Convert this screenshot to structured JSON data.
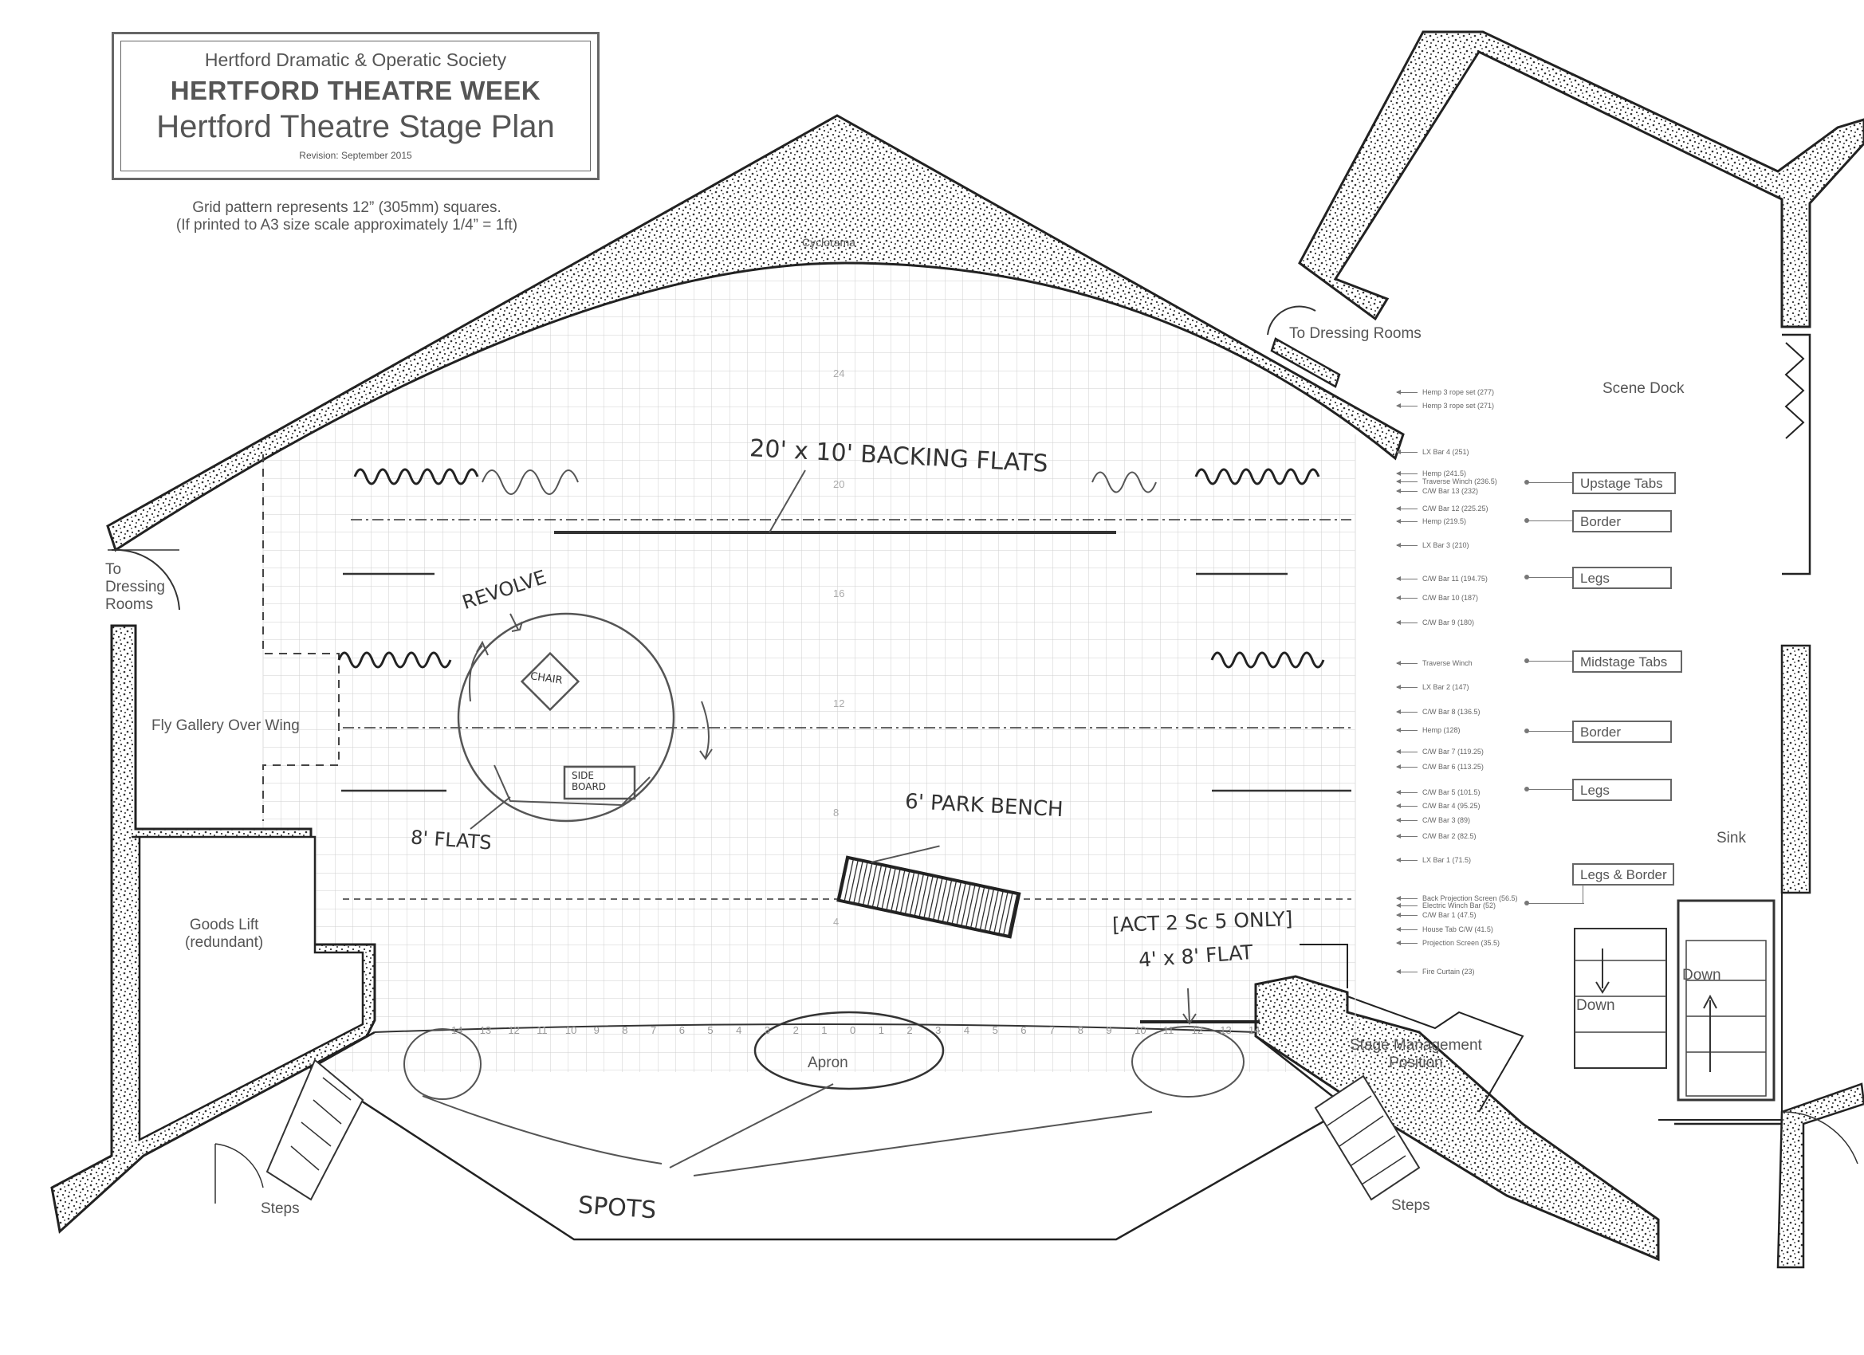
{
  "title_block": {
    "society": "Hertford Dramatic & Operatic Society",
    "event": "HERTFORD THEATRE WEEK",
    "plan_title": "Hertford Theatre Stage Plan",
    "revision": "Revision: September 2015"
  },
  "scale_note": {
    "line1": "Grid pattern represents 12” (305mm) squares.",
    "line2": "(If printed to A3 size scale approximately  1/4” = 1ft)"
  },
  "areas": {
    "cyclorama": "Cyclorama",
    "to_dressing_rooms_top": "To Dressing Rooms",
    "to_dressing_rooms_left_1": "To",
    "to_dressing_rooms_left_2": "Dressing",
    "to_dressing_rooms_left_3": "Rooms",
    "scene_dock": "Scene Dock",
    "fly_gallery": "Fly Gallery Over Wing",
    "goods_lift_1": "Goods Lift",
    "goods_lift_2": "(redundant)",
    "apron": "Apron",
    "steps_left": "Steps",
    "steps_right": "Steps",
    "stage_management_1": "Stage Management",
    "stage_management_2": "Position",
    "sink": "Sink",
    "down_left": "Down",
    "down_right": "Down"
  },
  "flying_bars": [
    "Hemp 3 rope set (277)",
    "Hemp 3 rope set (271)",
    "LX Bar 4 (251)",
    "Hemp (241.5)",
    "Traverse Winch (236.5)",
    "C/W Bar 13 (232)",
    "C/W Bar 12 (225.25)",
    "Hemp (219.5)",
    "LX Bar 3 (210)",
    "C/W Bar 11 (194.75)",
    "C/W Bar 10 (187)",
    "C/W Bar 9 (180)",
    "Traverse Winch",
    "LX Bar 2 (147)",
    "C/W Bar 8 (136.5)",
    "Hemp (128)",
    "C/W Bar 7 (119.25)",
    "C/W Bar 6 (113.25)",
    "C/W Bar 5 (101.5)",
    "C/W Bar 4 (95.25)",
    "C/W Bar 3 (89)",
    "C/W Bar 2 (82.5)",
    "LX Bar 1 (71.5)",
    "Back Projection Screen (56.5)",
    "Electric Winch Bar (52)",
    "C/W Bar 1 (47.5)",
    "House Tab C/W (41.5)",
    "Projection Screen (35.5)",
    "Fire Curtain (23)"
  ],
  "tab_labels": {
    "upstage_tabs": "Upstage Tabs",
    "border_1": "Border",
    "legs_1": "Legs",
    "midstage_tabs": "Midstage Tabs",
    "border_2": "Border",
    "legs_2": "Legs",
    "legs_border": "Legs & Border"
  },
  "grid_depth_numbers": [
    "24",
    "20",
    "16",
    "12",
    "8",
    "4"
  ],
  "grid_width_numbers": [
    "14",
    "13",
    "12",
    "11",
    "10",
    "9",
    "8",
    "7",
    "6",
    "5",
    "4",
    "3",
    "2",
    "1",
    "0",
    "1",
    "2",
    "3",
    "4",
    "5",
    "6",
    "7",
    "8",
    "9",
    "10",
    "11",
    "12",
    "13",
    "14"
  ],
  "handwritten_notes": {
    "backing_flats": "20' x 10' BACKING FLATS",
    "revolve": "REVOLVE",
    "chair": "CHAIR",
    "side_board_1": "SIDE",
    "side_board_2": "BOARD",
    "flats_8": "8' FLATS",
    "park_bench": "6' PARK BENCH",
    "act2_only": "[ACT 2 Sc 5 ONLY]",
    "flat_4x8": "4' x 8' FLAT",
    "spots": "SPOTS"
  }
}
